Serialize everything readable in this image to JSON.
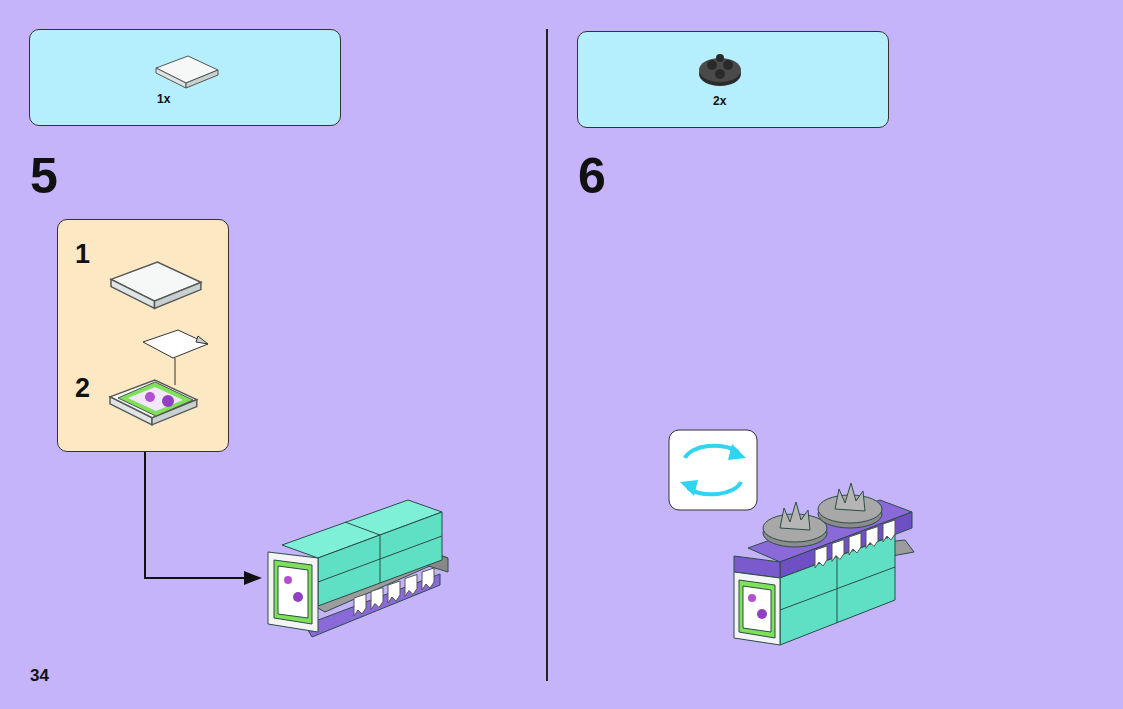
{
  "diagram": {
    "nodes": [
      {
        "text": [
          "1x"
        ]
      },
      {
        "text": [
          "1",
          "2"
        ]
      },
      {
        "text": [
          "2x"
        ]
      }
    ],
    "labels": [
      "5",
      "6",
      "34"
    ]
  }
}
